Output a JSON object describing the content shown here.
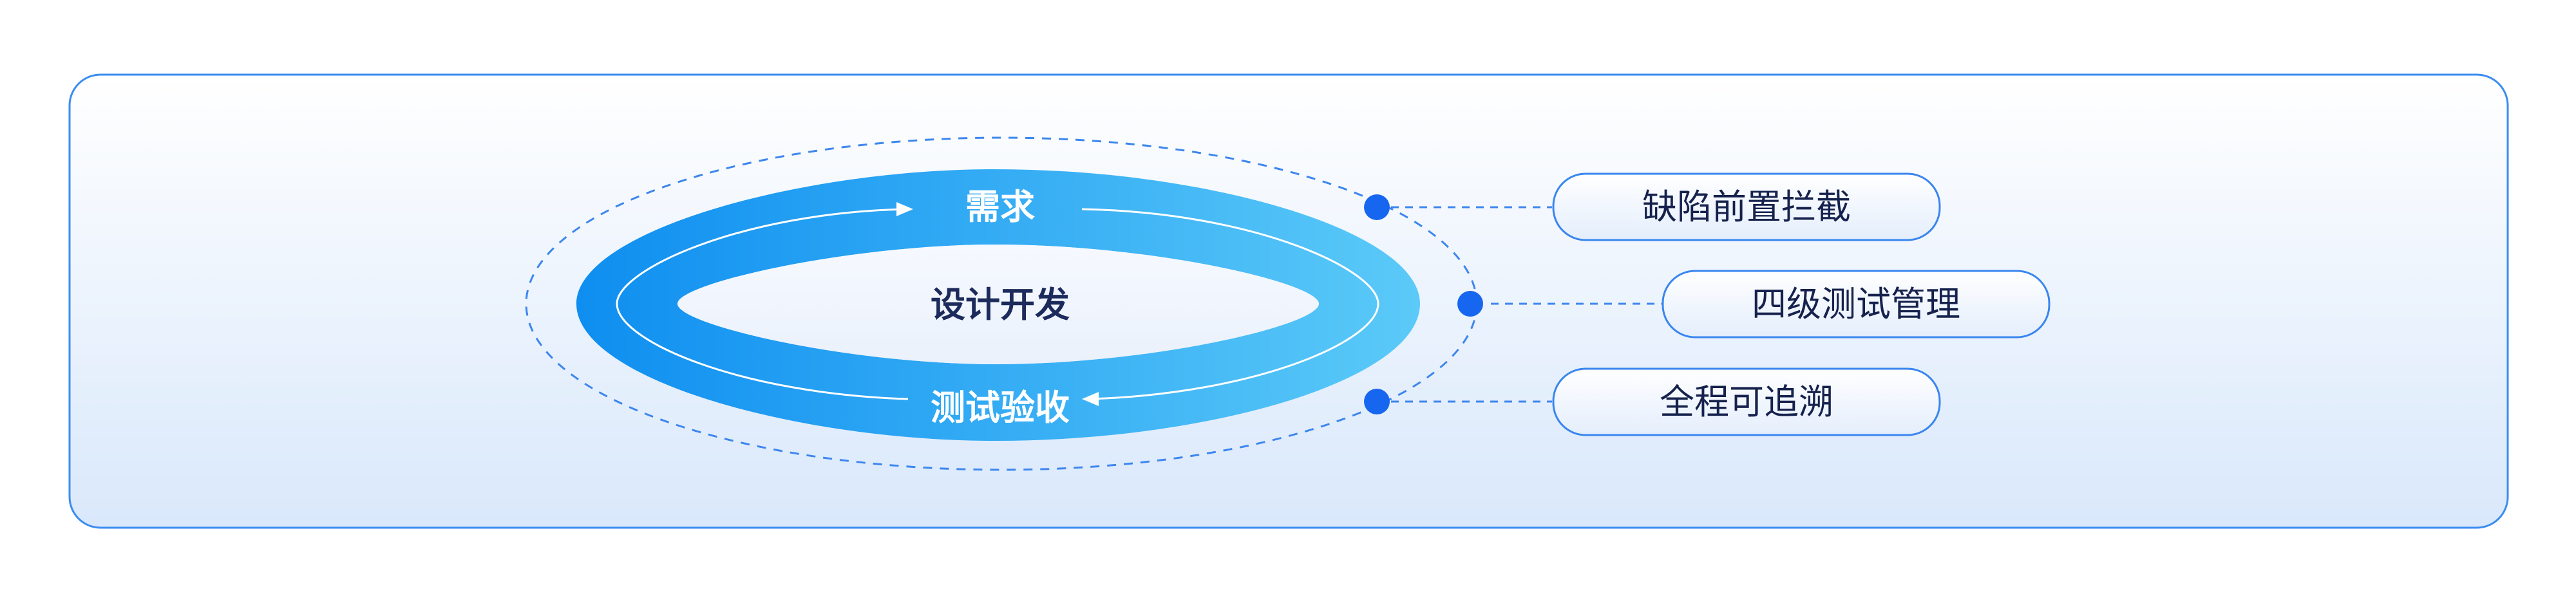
{
  "cycle": {
    "top_label": "需求",
    "center_label": "设计开发",
    "bottom_label": "测试验收"
  },
  "outcomes": [
    {
      "label": "缺陷前置拦截"
    },
    {
      "label": "四级测试管理"
    },
    {
      "label": "全程可追溯"
    }
  ],
  "colors": {
    "panel_border": "#3a8df0",
    "panel_top": "#ffffff",
    "panel_bottom": "#d9e8fb",
    "ring_start": "#0e8ef0",
    "ring_end": "#5bcaf8",
    "dot": "#1766f0",
    "dash": "#3d86ee",
    "pill_border": "#3a86ef",
    "center_text": "#1d2a5c",
    "pill_text": "#16224d"
  }
}
